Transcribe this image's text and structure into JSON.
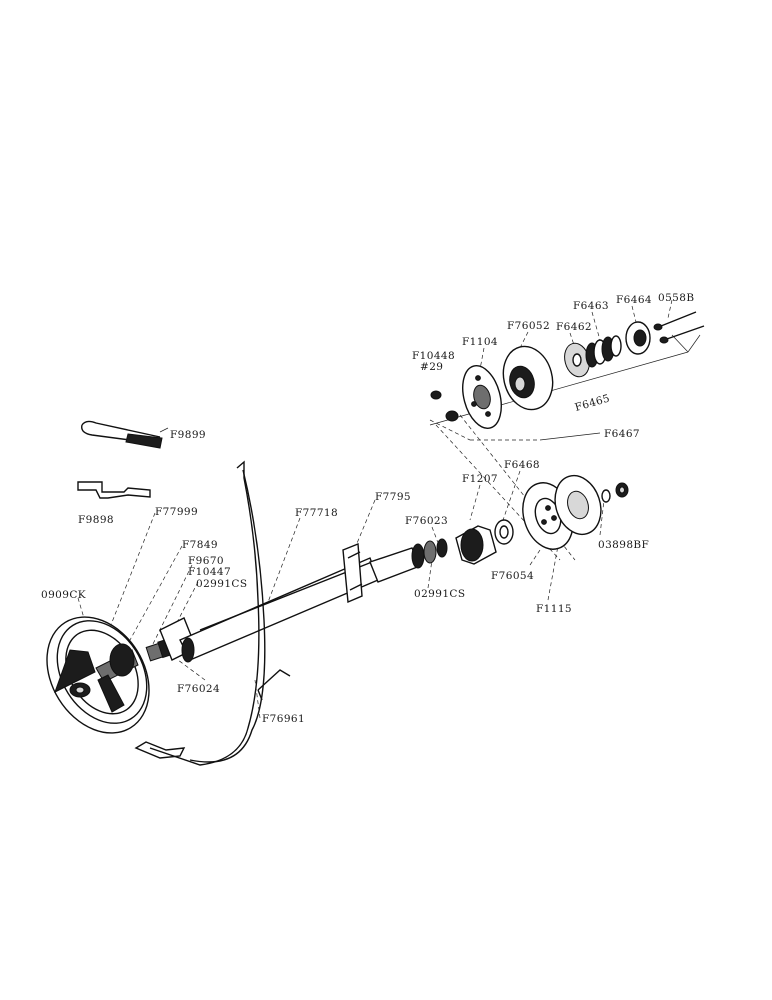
{
  "parts": {
    "p0909ck": "0909CK",
    "f77999": "F77999",
    "f7849": "F7849",
    "f9670": "F9670",
    "f10447": "F10447",
    "p02991cs_left": "02991CS",
    "f76024": "F76024",
    "f9899": "F9899",
    "f9898": "F9898",
    "f77718": "F77718",
    "f76961": "F76961",
    "f7795": "F7795",
    "f76023": "F76023",
    "p02991cs_right": "02991CS",
    "f1207": "F1207",
    "f6468": "F6468",
    "f76054": "F76054",
    "f1115": "F1115",
    "p03898bf": "03898BF",
    "f10448": "F10448",
    "p29": "#29",
    "f1104": "F1104",
    "f76052": "F76052",
    "f6462": "F6462",
    "f6463": "F6463",
    "f6464": "F6464",
    "p0558b": "0558B",
    "f6465": "F6465",
    "f6467": "F6467"
  }
}
